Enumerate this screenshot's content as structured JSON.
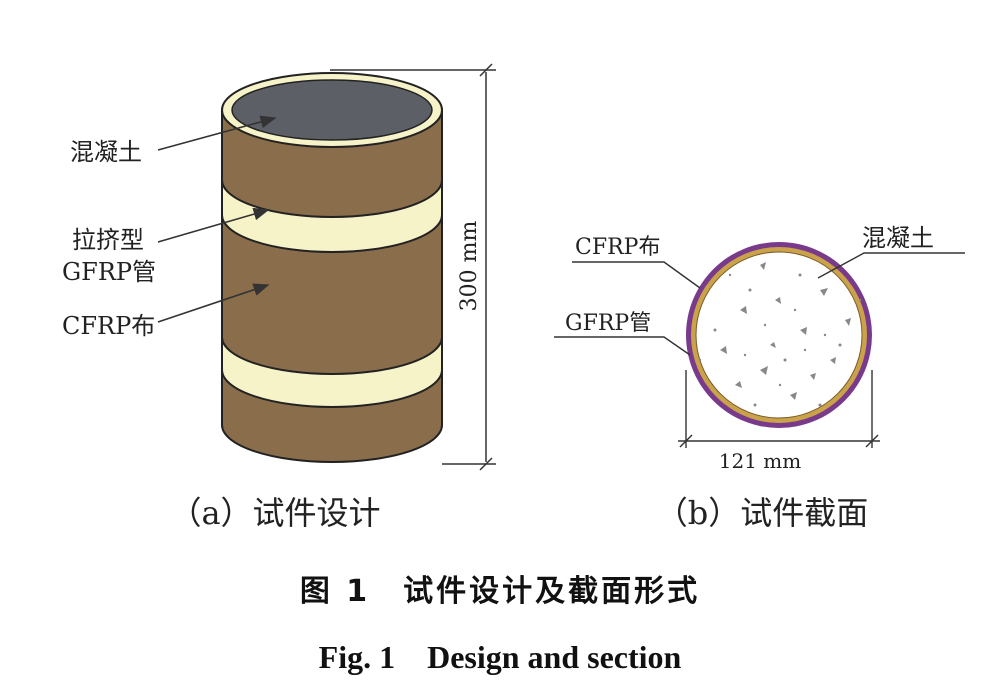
{
  "panel_a": {
    "caption": "（a）试件设计",
    "labels": {
      "concrete": "混凝土",
      "gfrp_line1": "拉挤型",
      "gfrp_line2": "GFRP管",
      "cfrp": "CFRP布"
    },
    "height_dimension": "300 mm"
  },
  "panel_b": {
    "caption": "（b）试件截面",
    "labels": {
      "cfrp": "CFRP布",
      "gfrp": "GFRP管",
      "concrete": "混凝土"
    },
    "diameter_dimension": "121 mm"
  },
  "figure_caption": {
    "chinese": "图 1　试件设计及截面形式",
    "english": "Fig. 1　Design and section"
  },
  "colors": {
    "cfrp_wrap": "#8a6e4b",
    "gfrp_tube": "#f7f3c9",
    "concrete_top": "#5c5f66",
    "section_purple": "#7a3a8c",
    "section_gold": "#c9a24a",
    "section_concrete": "#ffffff"
  }
}
